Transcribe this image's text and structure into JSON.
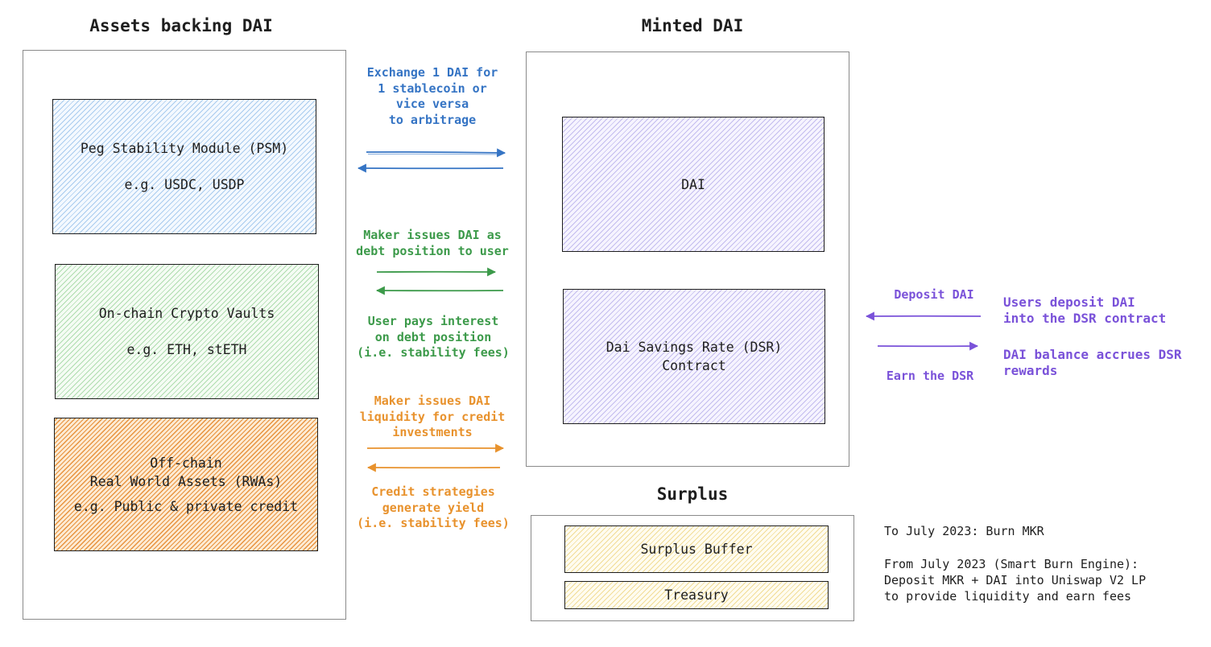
{
  "headings": {
    "left": "Assets backing DAI",
    "middle": "Minted DAI",
    "surplus": "Surplus"
  },
  "assets": {
    "psm": {
      "title": "Peg Stability Module (PSM)",
      "example": "e.g. USDC, USDP"
    },
    "vaults": {
      "title": "On-chain Crypto Vaults",
      "example": "e.g. ETH, stETH"
    },
    "rwa": {
      "title_line1": "Off-chain",
      "title_line2": "Real World Assets (RWAs)",
      "example": "e.g. Public & private credit"
    }
  },
  "minted": {
    "dai": "DAI",
    "dsr_line1": "Dai Savings Rate (DSR)",
    "dsr_line2": "Contract"
  },
  "surplus": {
    "buffer": "Surplus Buffer",
    "treasury": "Treasury"
  },
  "flows": {
    "psm": [
      "Exchange 1 DAI for",
      "1 stablecoin or",
      "vice versa",
      "to arbitrage"
    ],
    "vault_issue": [
      "Maker issues DAI as",
      "debt position to user"
    ],
    "vault_pay": [
      "User pays interest",
      "on debt position",
      "(i.e. stability fees)"
    ],
    "rwa_issue": [
      "Maker issues DAI",
      "liquidity for credit",
      "investments"
    ],
    "rwa_yield": [
      "Credit strategies",
      "generate yield",
      "(i.e. stability fees)"
    ]
  },
  "dsr_flows": {
    "deposit": "Deposit DAI",
    "earn": "Earn the DSR",
    "users_deposit": [
      "Users deposit DAI",
      "into the DSR contract"
    ],
    "balance_accrues": [
      "DAI balance accrues DSR",
      "rewards"
    ]
  },
  "notes": {
    "burn": "To July 2023: Burn MKR",
    "smart_burn": [
      "From July 2023 (Smart Burn Engine):",
      "Deposit MKR + DAI into Uniswap V2 LP",
      "to provide liquidity and earn fees"
    ]
  },
  "colors": {
    "blue": "#3574c4",
    "green": "#3c9a4a",
    "orange": "#e8922d",
    "purple": "#7a52d9",
    "stroke": "#1e1e1e"
  }
}
